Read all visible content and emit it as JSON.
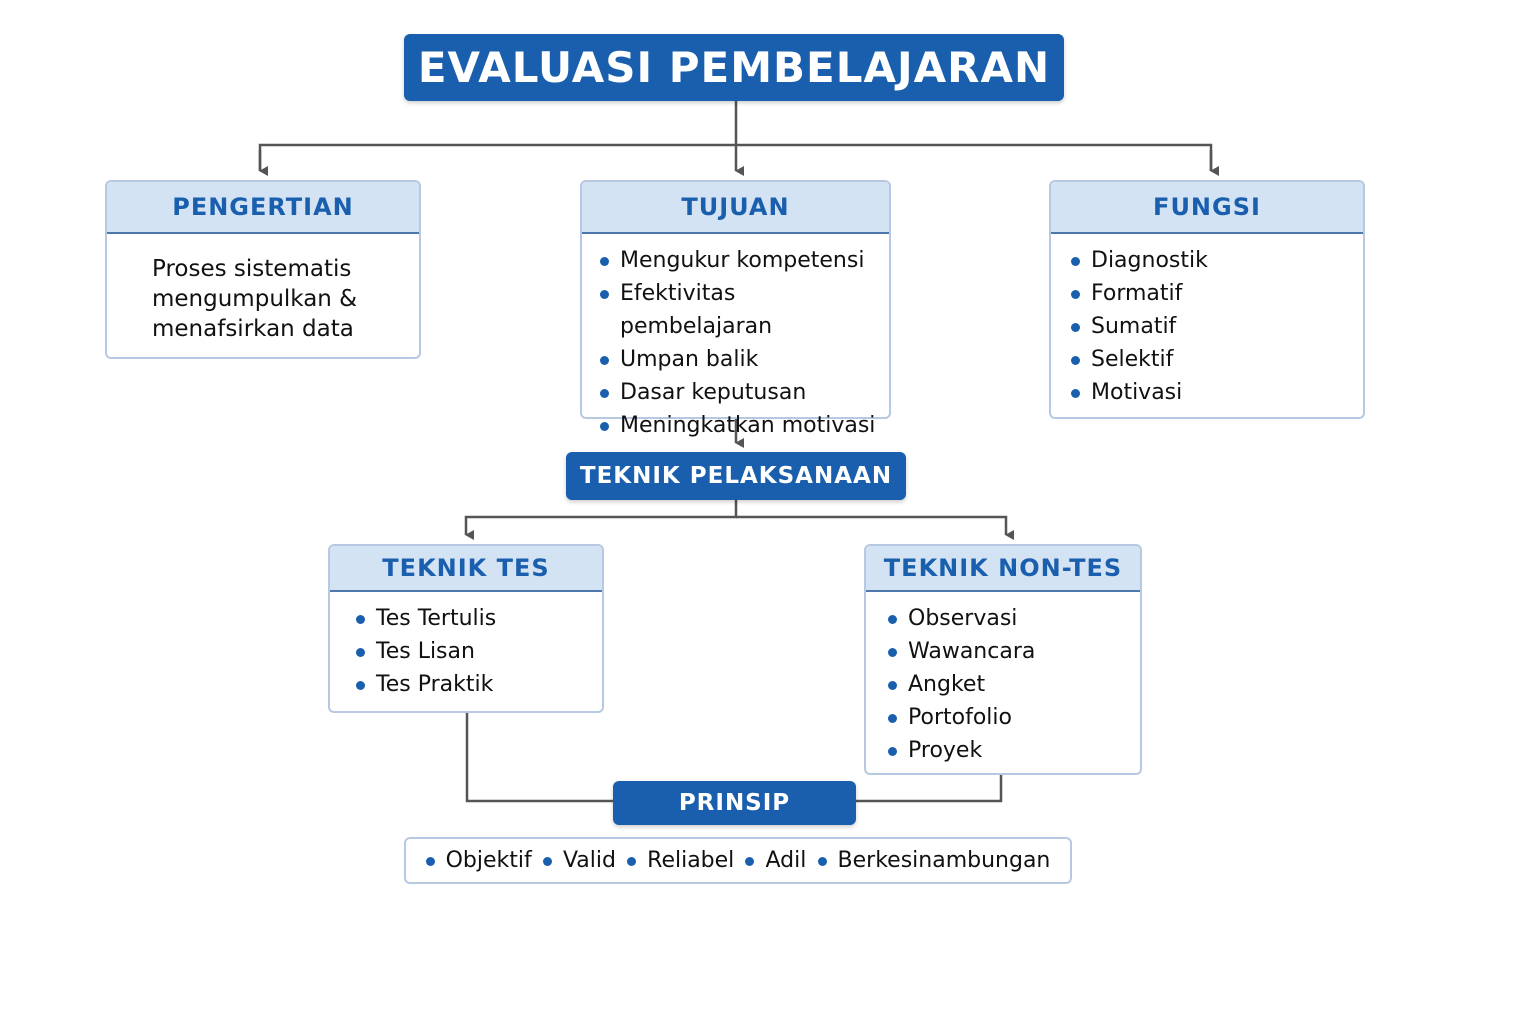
{
  "title": "EVALUASI PEMBELAJARAN",
  "pengertian": {
    "heading": "PENGERTIAN",
    "lines": [
      "Proses sistematis",
      "mengumpulkan &",
      "menafsirkan data"
    ]
  },
  "tujuan": {
    "heading": "TUJUAN",
    "items": [
      "Mengukur kompetensi",
      "Efektivitas pembelajaran",
      "Umpan balik",
      "Dasar keputusan",
      "Meningkatkan motivasi"
    ]
  },
  "fungsi": {
    "heading": "FUNGSI",
    "items": [
      "Diagnostik",
      "Formatif",
      "Sumatif",
      "Selektif",
      "Motivasi"
    ]
  },
  "teknik": "TEKNIK PELAKSANAAN",
  "tes": {
    "heading": "TEKNIK TES",
    "items": [
      "Tes Tertulis",
      "Tes Lisan",
      "Tes Praktik"
    ]
  },
  "nontes": {
    "heading": "TEKNIK NON-TES",
    "items": [
      "Observasi",
      "Wawancara",
      "Angket",
      "Portofolio",
      "Proyek"
    ]
  },
  "prinsip": {
    "heading": "PRINSIP",
    "items": [
      "Objektif",
      "Valid",
      "Reliabel",
      "Adil",
      "Berkesinambungan"
    ]
  },
  "colors": {
    "primary": "#1a5fae",
    "header_bg": "#d3e3f3",
    "connector": "#555555"
  }
}
